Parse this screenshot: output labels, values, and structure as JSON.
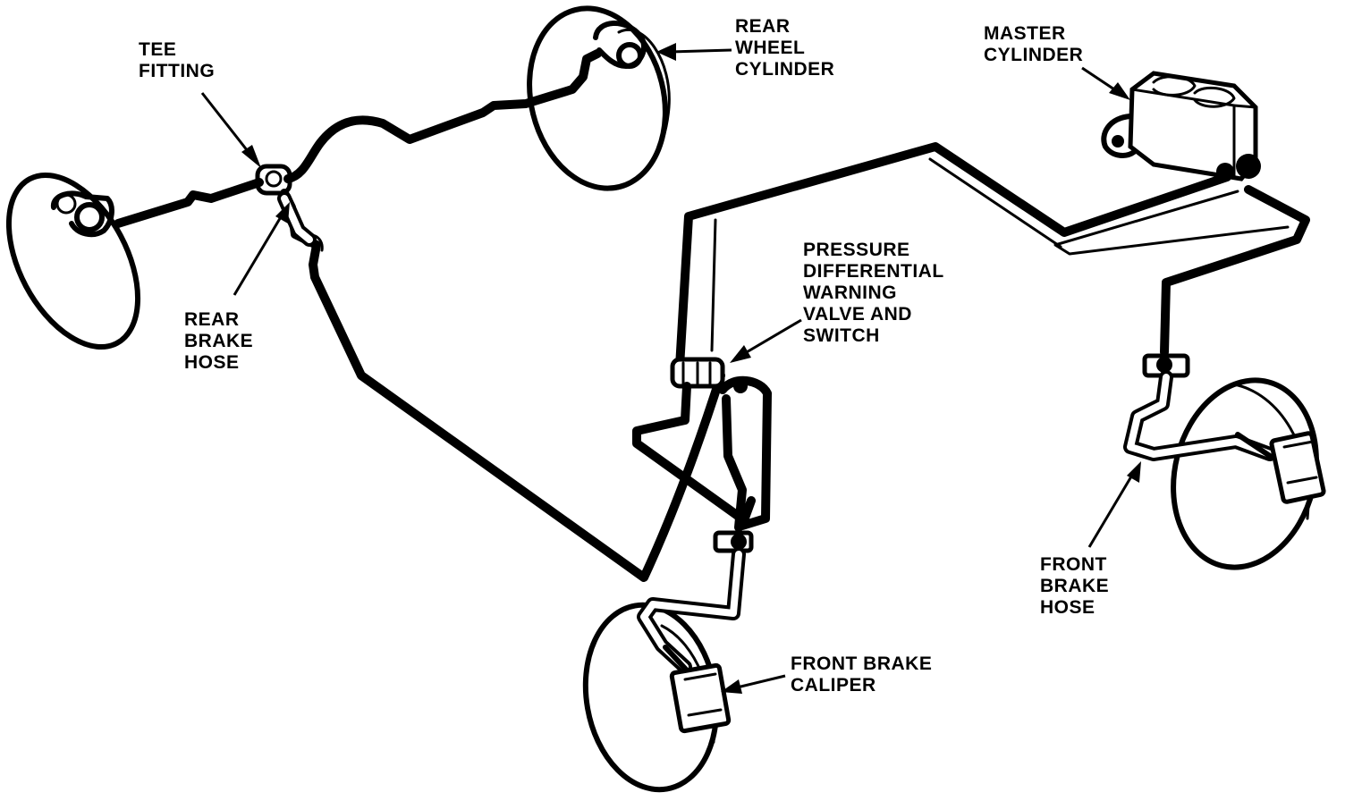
{
  "labels": {
    "tee_fitting": [
      "TEE",
      "FITTING"
    ],
    "rear_wheel_cylinder": [
      "REAR",
      "WHEEL",
      "CYLINDER"
    ],
    "master_cylinder": [
      "MASTER",
      "CYLINDER"
    ],
    "rear_brake_hose": [
      "REAR",
      "BRAKE",
      "HOSE"
    ],
    "pressure_valve": [
      "PRESSURE",
      "DIFFERENTIAL",
      "WARNING",
      "VALVE AND",
      "SWITCH"
    ],
    "front_brake_caliper": [
      "FRONT BRAKE",
      "CALIPER"
    ],
    "front_brake_hose": [
      "FRONT",
      "BRAKE",
      "HOSE"
    ]
  },
  "colors": {
    "ink": "#000000",
    "paper": "#ffffff"
  }
}
